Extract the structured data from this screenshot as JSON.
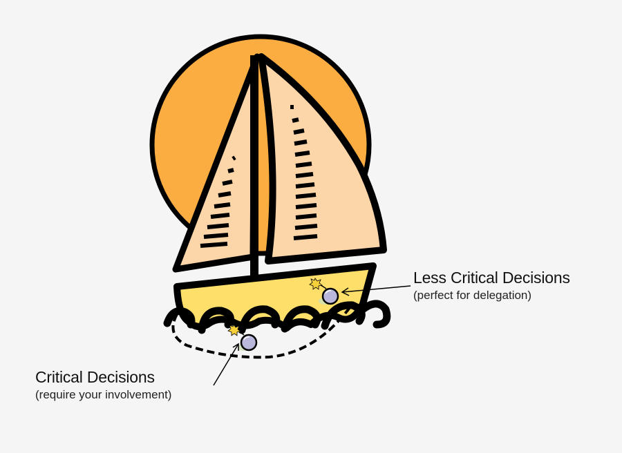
{
  "diagram": {
    "subject": "sailboat-with-sun",
    "colors": {
      "background": "#f5f5f5",
      "sun": "#fbad42",
      "sail": "#fcd5a8",
      "hull": "#fedf6a",
      "outline": "#000000",
      "bomb": "#b9b8dc",
      "fuse_spark": "#f5d03a"
    },
    "annotations": [
      {
        "id": "less-critical",
        "title": "Less Critical Decisions",
        "subtitle": "(perfect for delegation)",
        "points_to": "bomb-on-hull"
      },
      {
        "id": "critical",
        "title": "Critical Decisions",
        "subtitle": "(require your involvement)",
        "points_to": "bomb-below-waterline"
      }
    ]
  }
}
